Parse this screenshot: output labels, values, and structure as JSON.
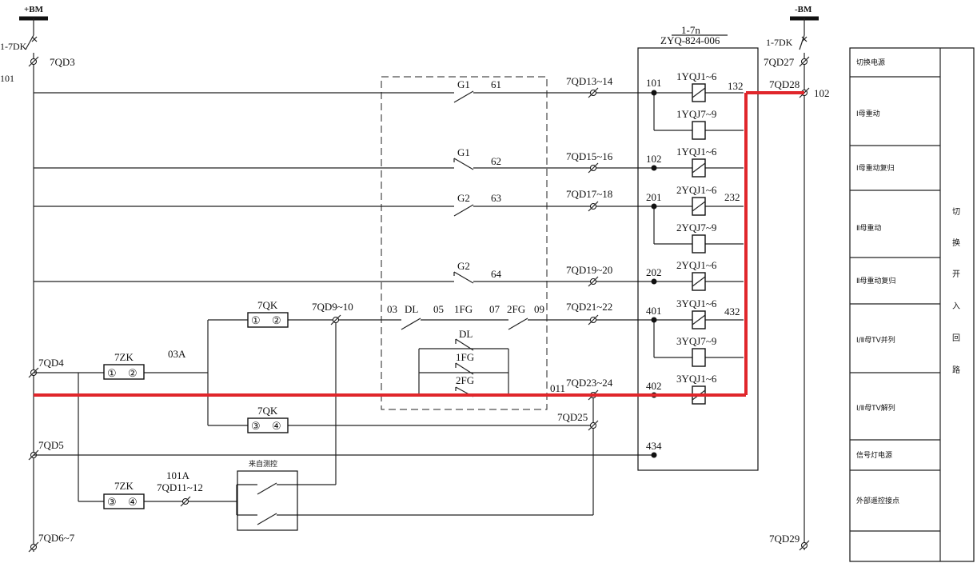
{
  "busbars": {
    "plus": "+BM",
    "minus": "-BM"
  },
  "breakers": {
    "left": "1-7DK",
    "right": "1-7DK"
  },
  "terminals": {
    "qd3": "7QD3",
    "qd4": "7QD4",
    "qd5": "7QD5",
    "qd6_7": "7QD6~7",
    "qd27": "7QD27",
    "qd28": "7QD28",
    "qd29": "7QD29",
    "qd9_10": "7QD9~10",
    "qd11_12": "7QD11~12",
    "qd13_14": "7QD13~14",
    "qd15_16": "7QD15~16",
    "qd17_18": "7QD17~18",
    "qd19_20": "7QD19~20",
    "qd21_22": "7QD21~22",
    "qd23_24": "7QD23~24",
    "qd25": "7QD25"
  },
  "wire_numbers": {
    "w101_left": "101",
    "w102_right": "102",
    "w61": "61",
    "w62": "62",
    "w63": "63",
    "w64": "64",
    "w03a": "03A",
    "w101a": "101A",
    "w03": "03",
    "w05": "05",
    "w07": "07",
    "w09": "09",
    "w011": "011"
  },
  "contacts": {
    "g1a": "G1",
    "g1b": "G1",
    "g2a": "G2",
    "g2b": "G2",
    "dl": "DL",
    "fg1": "1FG",
    "fg2": "2FG",
    "dl_b": "DL",
    "fg1_b": "1FG",
    "fg2_b": "2FG"
  },
  "switches": {
    "qk_top": "7QK",
    "qk_top_a": "①",
    "qk_top_b": "②",
    "qk_bot": "7QK",
    "qk_bot_a": "③",
    "qk_bot_b": "④",
    "zk_top": "7ZK",
    "zk_top_a": "①",
    "zk_top_b": "②",
    "zk_bot": "7ZK",
    "zk_bot_a": "③",
    "zk_bot_b": "④",
    "remote": "来自测控"
  },
  "device": {
    "name": "1-7n",
    "model": "ZYQ-824-006",
    "pins": [
      "101",
      "102",
      "201",
      "202",
      "401",
      "402",
      "434",
      "132",
      "232",
      "432"
    ],
    "coils": [
      "1YQJ1~6",
      "1YQJ7~9",
      "1YQJ1~6",
      "2YQJ1~6",
      "2YQJ7~9",
      "2YQJ1~6",
      "3YQJ1~6",
      "3YQJ7~9",
      "3YQJ1~6"
    ]
  },
  "legend": {
    "rows": [
      "切换电源",
      "Ⅰ母重动",
      "Ⅰ母重动复归",
      "Ⅱ母重动",
      "Ⅱ母重动复归",
      "Ⅰ/Ⅱ母TV并列",
      "Ⅰ/Ⅱ母TV解列",
      "信号灯电源",
      "外部遥控接点",
      ""
    ],
    "side_chars": [
      "切",
      "换",
      "开",
      "入",
      "回",
      "路"
    ]
  },
  "highlight_color": "#e0262b"
}
